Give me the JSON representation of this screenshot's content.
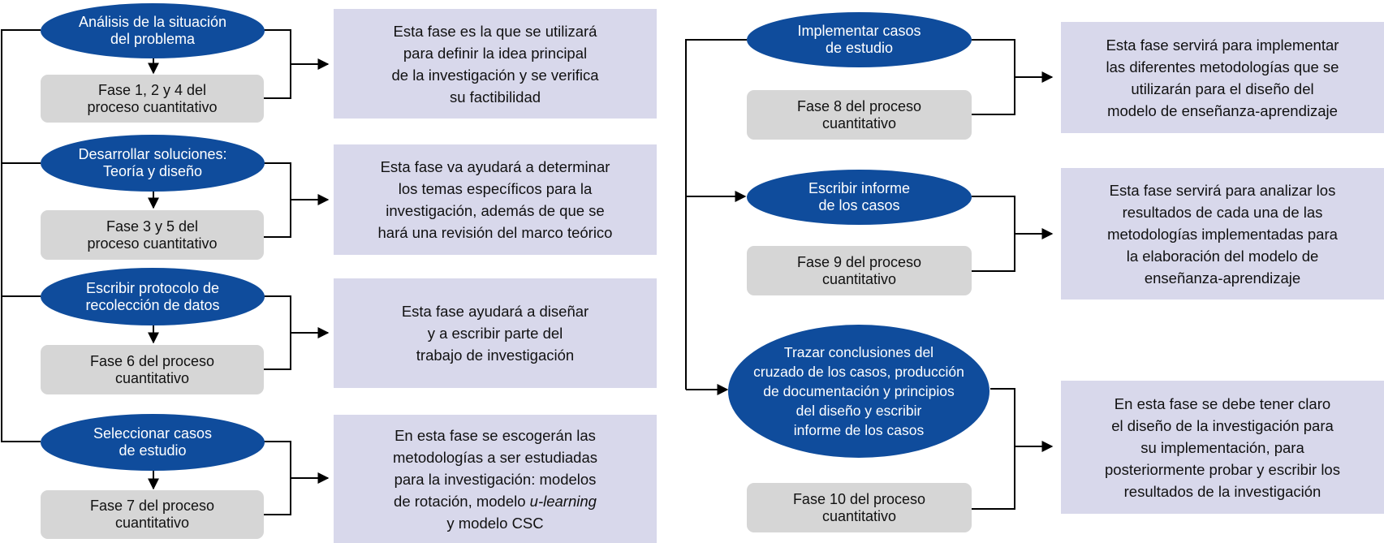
{
  "steps": [
    {
      "title": "Análisis de la situación\ndel problema",
      "phase": "Fase 1, 2 y 4 del\nproceso cuantitativo",
      "description": "Esta fase es la que se utilizará\npara definir la idea principal\nde la investigación y se verifica\nsu factibilidad"
    },
    {
      "title": "Desarrollar soluciones:\nTeoría y diseño",
      "phase": "Fase 3 y 5 del\nproceso cuantitativo",
      "description": "Esta fase va ayudará a determinar\nlos temas específicos para la\ninvestigación, además de que se\nhará una revisión del marco teórico"
    },
    {
      "title": "Escribir protocolo de\nrecolección de datos",
      "phase": "Fase 6 del proceso\ncuantitativo",
      "description": "Esta fase ayudará a diseñar\ny a escribir parte del\ntrabajo de investigación"
    },
    {
      "title": "Seleccionar casos\nde estudio",
      "phase": "Fase 7 del proceso\ncuantitativo",
      "description_parts": {
        "before": "En esta fase se escogerán las\nmetodologías a ser estudiadas\npara la investigación: modelos\nde rotación, modelo ",
        "italic": "u-learning",
        "after": "\ny modelo CSC"
      }
    },
    {
      "title": "Implementar casos\nde estudio",
      "phase": "Fase 8 del proceso\ncuantitativo",
      "description": "Esta fase servirá para implementar\nlas diferentes metodologías que se\nutilizarán para el diseño del\nmodelo de enseñanza-aprendizaje"
    },
    {
      "title": "Escribir informe\nde los casos",
      "phase": "Fase 9 del proceso\ncuantitativo",
      "description": "Esta fase servirá para analizar los\nresultados de cada una de las\nmetodologías implementadas para\nla elaboración del modelo de\nenseñanza-aprendizaje"
    },
    {
      "title": "Trazar conclusiones del\ncruzado de los casos, producción\nde documentación y principios\ndel diseño y escribir\ninforme de los casos",
      "phase": "Fase 10 del proceso\ncuantitativo",
      "description": "En esta fase se debe tener claro\nel diseño de la investigación para\nsu implementación, para\nposteriormente probar y escribir los\nresultados de la investigación"
    }
  ],
  "colors": {
    "oval_fill": "#0f4c9c",
    "oval_text": "#ffffff",
    "phase_fill": "#d6d6d6",
    "description_fill": "#d8d8eb",
    "connector": "#000000"
  }
}
